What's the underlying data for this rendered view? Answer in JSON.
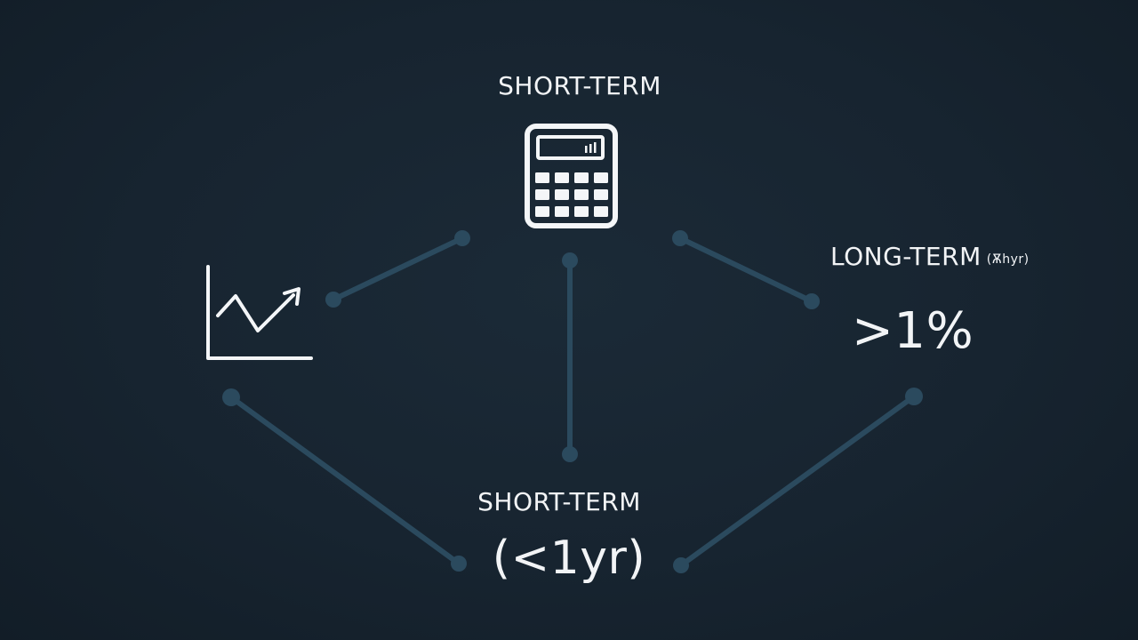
{
  "nodes": {
    "top": {
      "label": "SHORT-TERM",
      "icon": "calculator-icon"
    },
    "left": {
      "icon": "line-chart-icon"
    },
    "right": {
      "label": "LONG-TERM",
      "label_suffix": "(Ѫhyr)",
      "value": ">1%"
    },
    "bottom": {
      "label": "SHORT-TERM",
      "value": "(<1yr)"
    }
  },
  "colors": {
    "background": "#172430",
    "connector": "#2b4a5e",
    "text": "#f2f4f6"
  }
}
